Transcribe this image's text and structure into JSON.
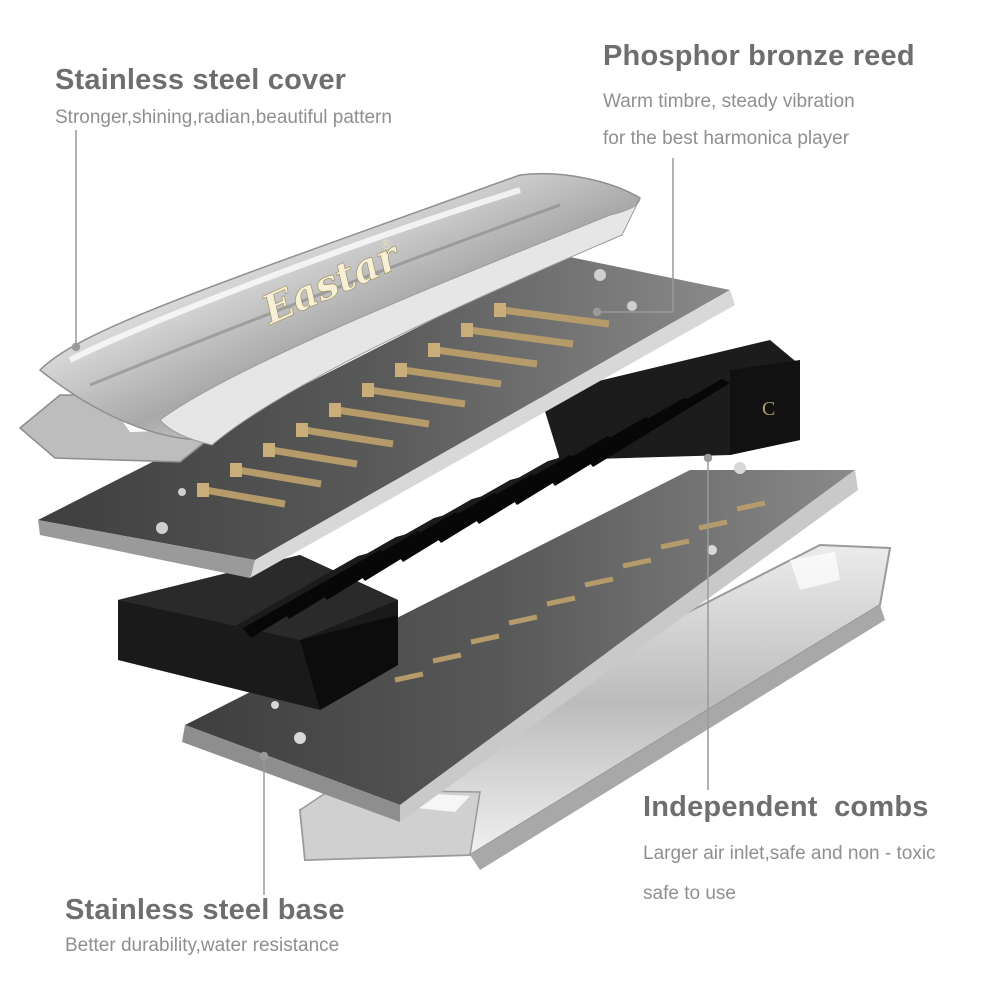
{
  "brand": {
    "logo_text": "Eastar",
    "registered_mark": "®",
    "comb_mark": "C"
  },
  "callouts": {
    "cover": {
      "title": "Stainless steel cover",
      "desc_lines": [
        "Stronger,shining,radian,beautiful pattern"
      ]
    },
    "reed": {
      "title": "Phosphor bronze reed",
      "desc_lines": [
        "Warm timbre, steady vibration",
        "for the best harmonica player"
      ]
    },
    "combs": {
      "title": "Independent  combs",
      "desc_lines": [
        "Larger air inlet,safe and non - toxic",
        "safe to use"
      ]
    },
    "base": {
      "title": "Stainless steel base",
      "desc_lines": [
        "Better durability,water resistance"
      ]
    }
  },
  "colors": {
    "text_title": "#6e6e6e",
    "text_desc": "#8f8f8f",
    "leader_line": "#9a9a9a",
    "steel_light": "#f4f4f4",
    "steel_dark": "#6f6f6f",
    "plate_dark": "#4a4a4a",
    "comb_black": "#1a1a1a",
    "reed_bronze": "#b59a6a"
  }
}
